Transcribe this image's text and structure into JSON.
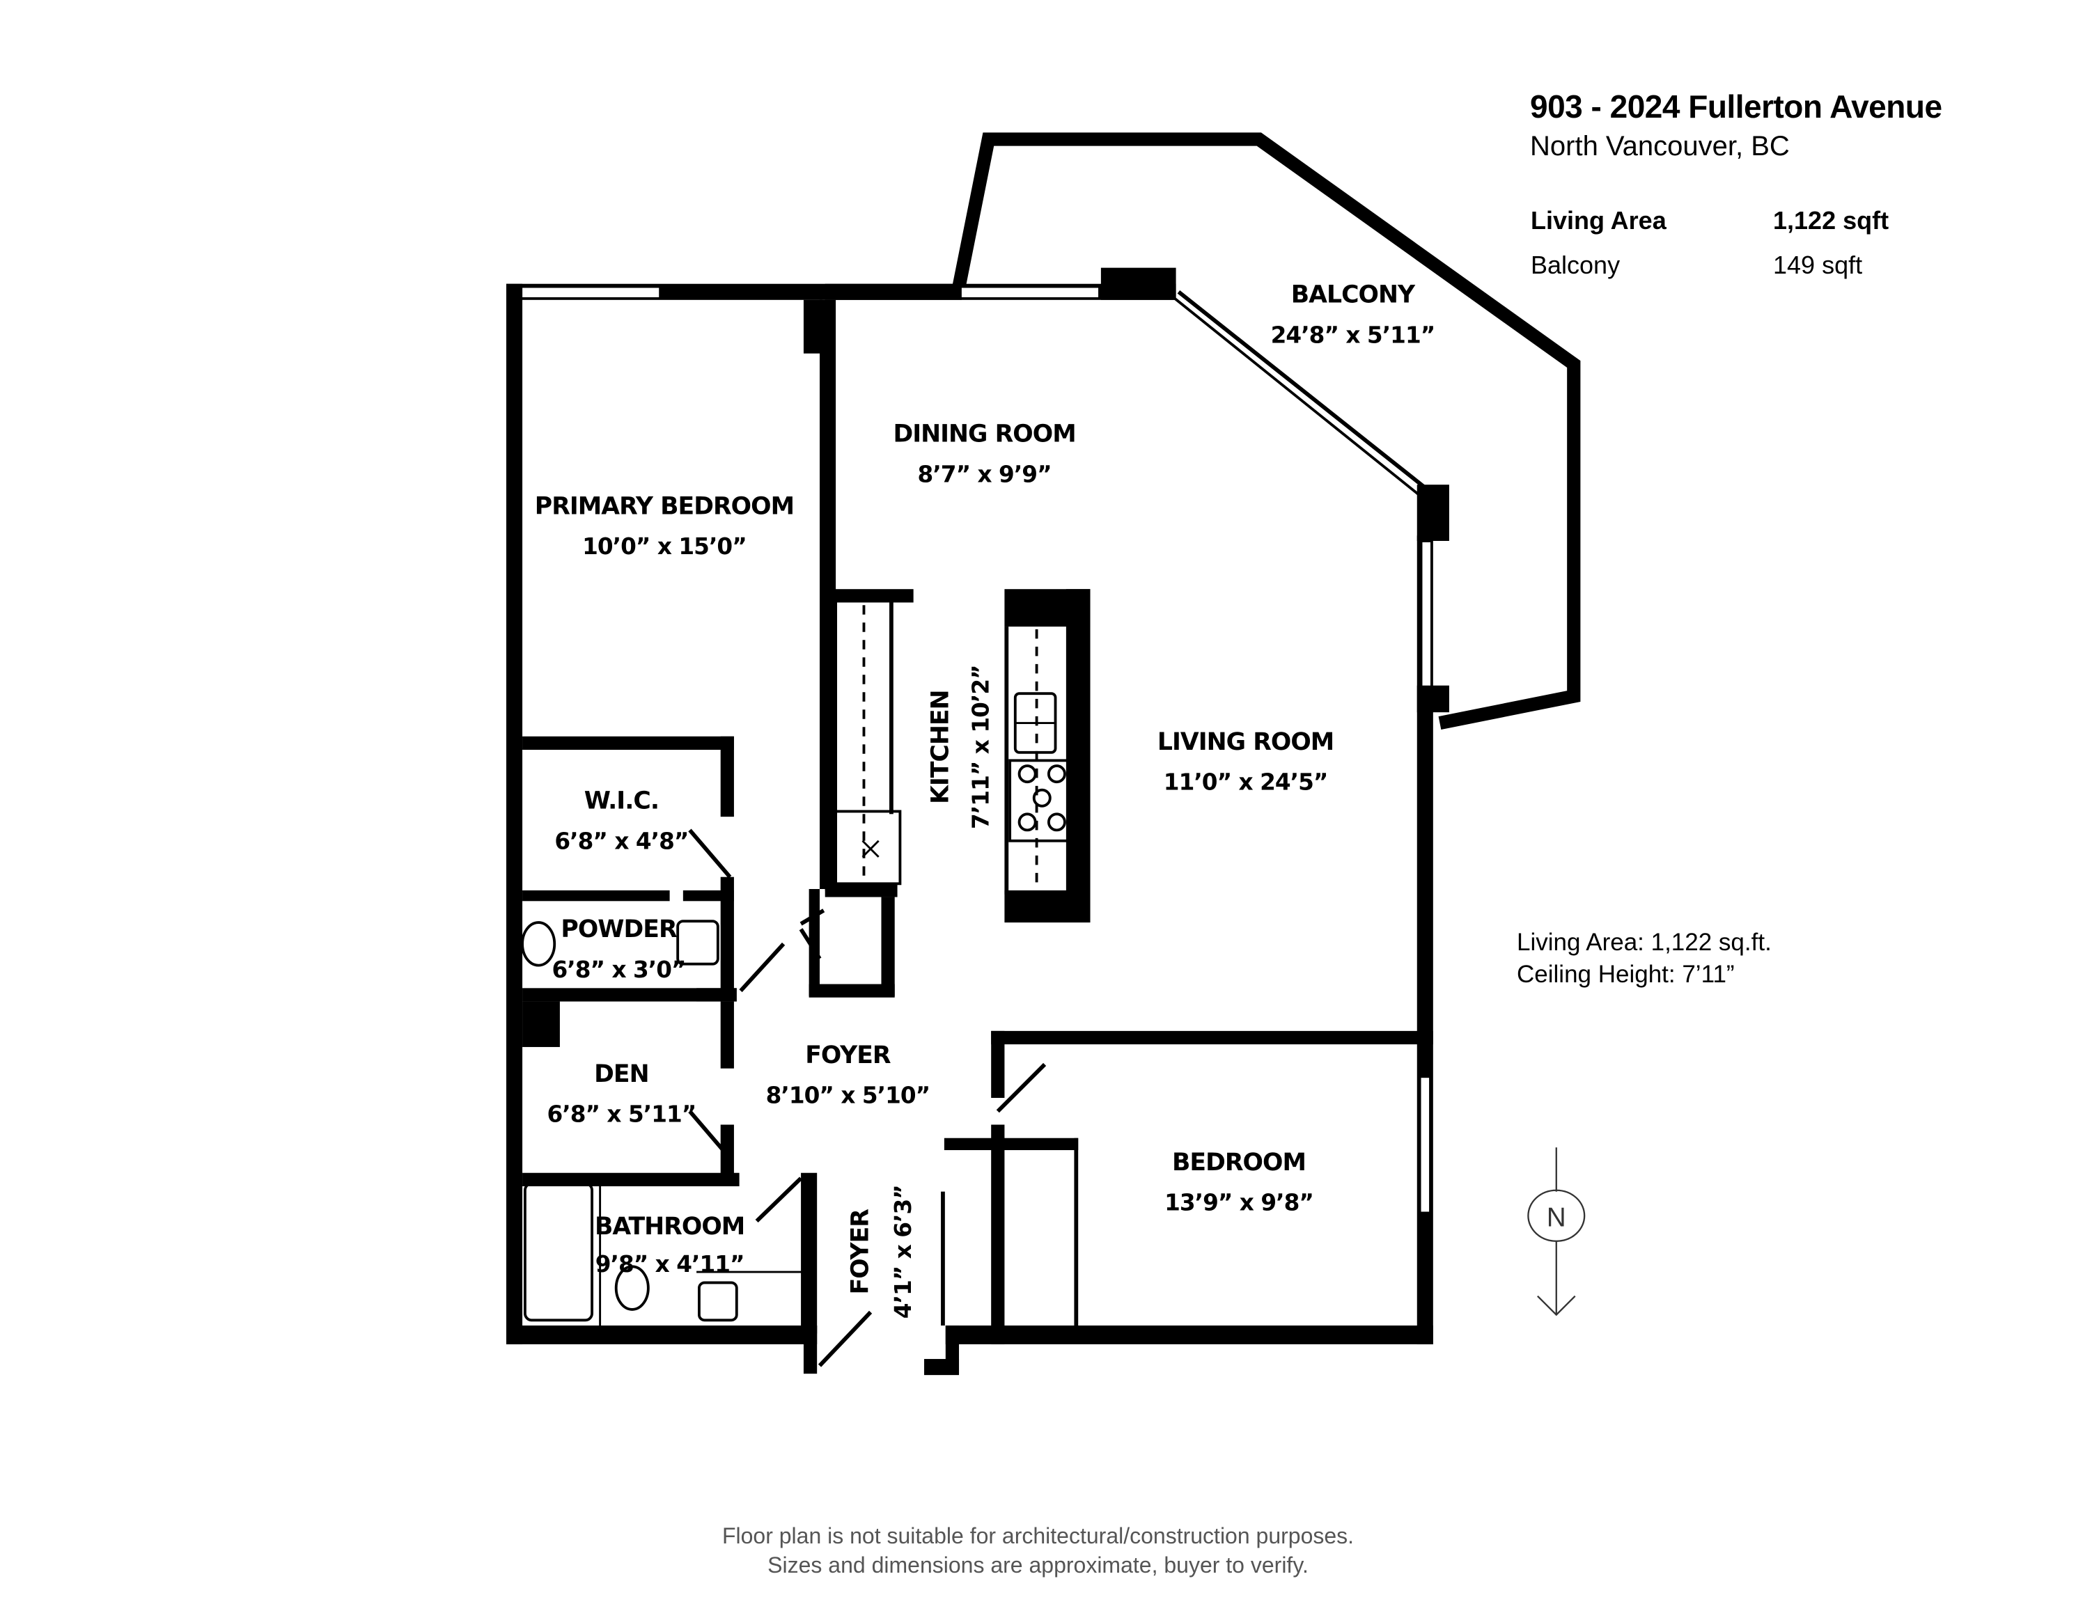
{
  "header": {
    "title": "903 - 2024 Fullerton Avenue",
    "subtitle": "North Vancouver, BC"
  },
  "area_table": [
    {
      "label": "Living Area",
      "value": "1,122 sqft",
      "bold": true
    },
    {
      "label": "Balcony",
      "value": "149 sqft",
      "bold": false
    }
  ],
  "notes": {
    "living_area": "Living Area: 1,122 sq.ft.",
    "ceiling_height": "Ceiling Height: 7’11”"
  },
  "compass": {
    "label": "N",
    "icon": "north-arrow-icon"
  },
  "rooms": {
    "balcony": {
      "name": "BALCONY",
      "dim": "24’8” x 5’11”"
    },
    "dining": {
      "name": "DINING ROOM",
      "dim": "8’7” x 9’9”"
    },
    "primary_bedroom": {
      "name": "PRIMARY BEDROOM",
      "dim": "10’0” x 15’0”"
    },
    "kitchen": {
      "name": "KITCHEN",
      "dim": "7’11” x 10’2”"
    },
    "living": {
      "name": "LIVING ROOM",
      "dim": "11’0” x 24’5”"
    },
    "wic": {
      "name": "W.I.C.",
      "dim": "6’8” x 4’8”"
    },
    "powder": {
      "name": "POWDER",
      "dim": "6’8” x 3’0”"
    },
    "foyer_main": {
      "name": "FOYER",
      "dim": "8’10” x 5’10”"
    },
    "den": {
      "name": "DEN",
      "dim": "6’8” x 5’11”"
    },
    "bedroom": {
      "name": "BEDROOM",
      "dim": "13’9” x 9’8”"
    },
    "bathroom": {
      "name": "BATHROOM",
      "dim": "9’8” x 4’11”"
    },
    "foyer_entry": {
      "name": "FOYER",
      "dim": "4’1” x 6’3”"
    }
  },
  "disclaimer": {
    "line1": "Floor plan is not suitable for architectural/construction purposes.",
    "line2": "Sizes and dimensions are approximate, buyer to verify."
  }
}
